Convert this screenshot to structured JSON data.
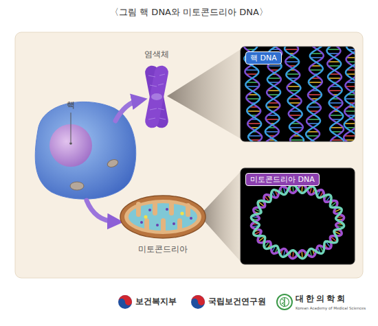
{
  "diagram": {
    "title": "〈그림 핵 DNA와 미토콘드리아 DNA〉",
    "nodes": [
      {
        "text": [
          "핵 DNA"
        ]
      },
      {
        "text": [
          "미토콘드리아 DNA"
        ]
      }
    ],
    "labels": [
      "핵",
      "염색체",
      "미토콘드리아",
      "보건복지부",
      "국립보건연구원",
      "대한의학회",
      "Korean Academy of Medical Sciences"
    ]
  }
}
